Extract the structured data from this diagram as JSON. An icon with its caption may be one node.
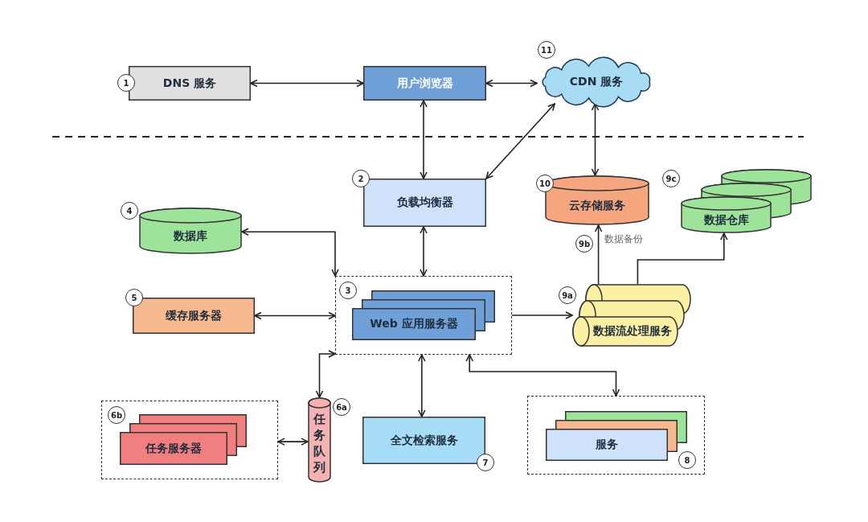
{
  "diagram": {
    "nodes": [
      {
        "text": [
          "DNS 服务"
        ],
        "beside": [
          "1"
        ]
      },
      {
        "text": [
          "用户浏览器"
        ]
      },
      {
        "text": [
          "CDN 服务"
        ],
        "beside": [
          "11"
        ]
      },
      {
        "text": [
          "负载均衡器"
        ],
        "beside": [
          "2"
        ]
      },
      {
        "text": [
          "数据库"
        ],
        "beside": [
          "4"
        ]
      },
      {
        "text": [
          "缓存服务器"
        ],
        "beside": [
          "5"
        ]
      },
      {
        "text": [],
        "shape": "box",
        "beside": [
          "3"
        ]
      },
      {
        "text": [
          "Web 应用服务器"
        ],
        "in": 6
      },
      {
        "text": [
          "云存储服务"
        ],
        "beside": [
          "10"
        ]
      },
      {
        "text": [
          "数据仓库"
        ],
        "beside": [
          "9c"
        ]
      },
      {
        "text": [
          "数据流处理服务"
        ],
        "beside": [
          "9a"
        ]
      },
      {
        "text": [],
        "shape": "box",
        "beside": [
          "6b"
        ]
      },
      {
        "text": [
          "任务服务器"
        ],
        "in": 11
      },
      {
        "text": [
          "任务队列"
        ],
        "beside": [
          "6a"
        ]
      },
      {
        "text": [
          "全文检索服务"
        ],
        "beside": [
          "7"
        ]
      },
      {
        "text": [],
        "shape": "box",
        "beside": [
          "8"
        ]
      },
      {
        "text": [
          "服务"
        ],
        "in": 15
      }
    ],
    "edges": [
      {
        "from": 0,
        "to": 1,
        "arrow": "both"
      },
      {
        "from": 1,
        "to": 2,
        "arrow": "both"
      },
      {
        "from": 1,
        "to": 3,
        "arrow": "both"
      },
      {
        "from": 3,
        "to": 2,
        "arrow": "both"
      },
      {
        "from": 2,
        "to": 8,
        "arrow": "both"
      },
      {
        "from": 3,
        "to": 6,
        "arrow": "both"
      },
      {
        "from": 4,
        "to": 6,
        "arrow": "both"
      },
      {
        "from": 5,
        "to": 6,
        "arrow": "both"
      },
      {
        "from": 6,
        "to": 10,
        "arrow": "to"
      },
      {
        "from": 10,
        "to": 8,
        "arrow": "to",
        "label": "数据备份"
      },
      {
        "from": 10,
        "to": 9,
        "arrow": "to"
      },
      {
        "from": 6,
        "to": 13,
        "arrow": "both"
      },
      {
        "from": 13,
        "to": 11,
        "arrow": "both"
      },
      {
        "from": 6,
        "to": 14,
        "arrow": "both"
      },
      {
        "from": 6,
        "to": 15,
        "arrow": "both"
      }
    ],
    "labels": [
      "9b"
    ]
  }
}
